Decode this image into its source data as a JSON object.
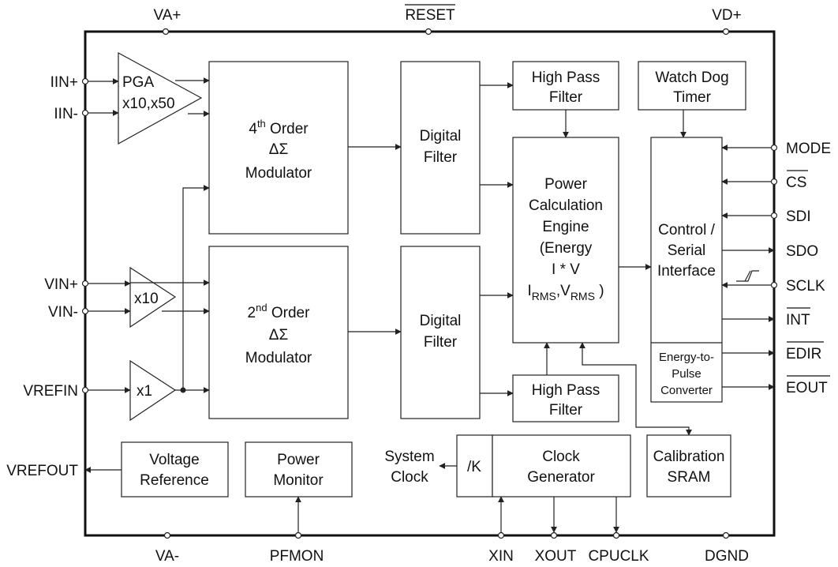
{
  "pins": {
    "va_plus": "VA+",
    "reset": "RESET",
    "vd_plus": "VD+",
    "iin_plus": "IIN+",
    "iin_minus": "IIN-",
    "vin_plus": "VIN+",
    "vin_minus": "VIN-",
    "vrefin": "VREFIN",
    "vrefout": "VREFOUT",
    "mode": "MODE",
    "cs": "CS",
    "sdi": "SDI",
    "sdo": "SDO",
    "sclk": "SCLK",
    "int": "INT",
    "edir": "EDIR",
    "eout": "EOUT",
    "va_minus": "VA-",
    "pfmon": "PFMON",
    "xin": "XIN",
    "xout": "XOUT",
    "cpuclk": "CPUCLK",
    "dgnd": "DGND"
  },
  "blocks": {
    "pga": [
      "PGA",
      "x10,x50"
    ],
    "amp_v": "x10",
    "amp_ref": "x1",
    "mod4": {
      "line1": "4",
      "sup": "th",
      "line1b": " Order",
      "line2": "ΔΣ",
      "line3": "Modulator"
    },
    "mod2": {
      "line1": "2",
      "sup": "nd",
      "line1b": " Order",
      "line2": "ΔΣ",
      "line3": "Modulator"
    },
    "digital_filter_1": [
      "Digital",
      "Filter"
    ],
    "digital_filter_2": [
      "Digital",
      "Filter"
    ],
    "hpf_1": [
      "High Pass",
      "Filter"
    ],
    "hpf_2": [
      "High Pass",
      "Filter"
    ],
    "watchdog": [
      "Watch Dog",
      "Timer"
    ],
    "pce": {
      "lines": [
        "Power",
        "Calculation",
        "Engine",
        "(Energy",
        "I * V"
      ],
      "irms": "I",
      "irms_sub": "RMS",
      "comma": ",V",
      "vrms_sub": "RMS",
      "close": " )"
    },
    "control": [
      "Control /",
      "Serial",
      "Interface"
    ],
    "e2p": [
      "Energy-to-",
      "Pulse",
      "Converter"
    ],
    "vref": [
      "Voltage",
      "Reference"
    ],
    "pmon": [
      "Power",
      "Monitor"
    ],
    "sysclk": [
      "System",
      "Clock"
    ],
    "divk": "/K",
    "clkgen": [
      "Clock",
      "Generator"
    ],
    "calsram": [
      "Calibration",
      "SRAM"
    ]
  }
}
